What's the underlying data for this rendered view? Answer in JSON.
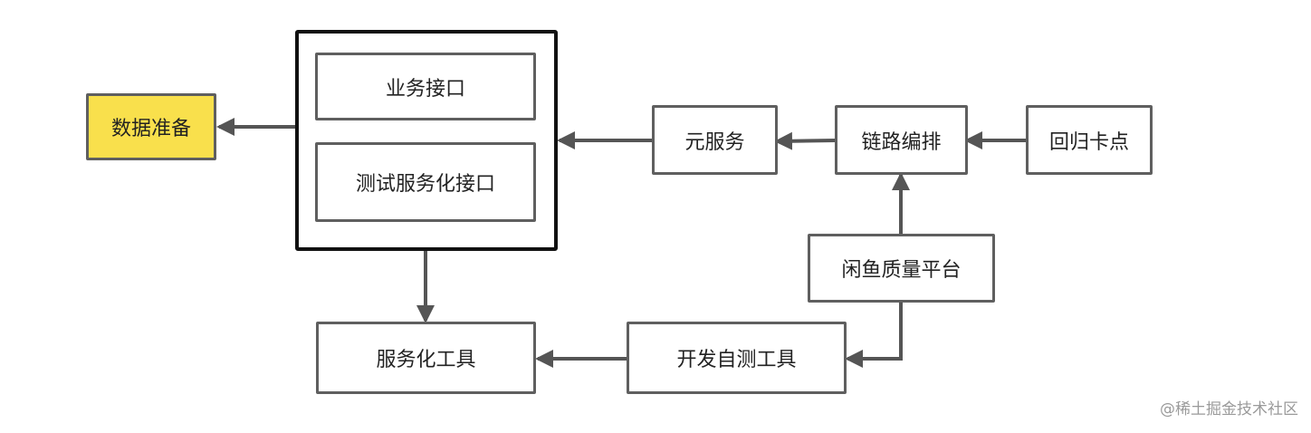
{
  "nodes": {
    "data_prep": "数据准备",
    "business_api": "业务接口",
    "test_service_api": "测试服务化接口",
    "meta_service": "元服务",
    "chain_orchestration": "链路编排",
    "regression_checkpoint": "回归卡点",
    "xianyu_quality_platform": "闲鱼质量平台",
    "service_tools": "服务化工具",
    "dev_selftest_tools": "开发自测工具"
  },
  "colors": {
    "highlight_fill": "#f9e04c",
    "border": "#5f5f5f",
    "container_border": "#111111",
    "arrow": "#555555"
  },
  "watermark": "@稀土掘金技术社区"
}
